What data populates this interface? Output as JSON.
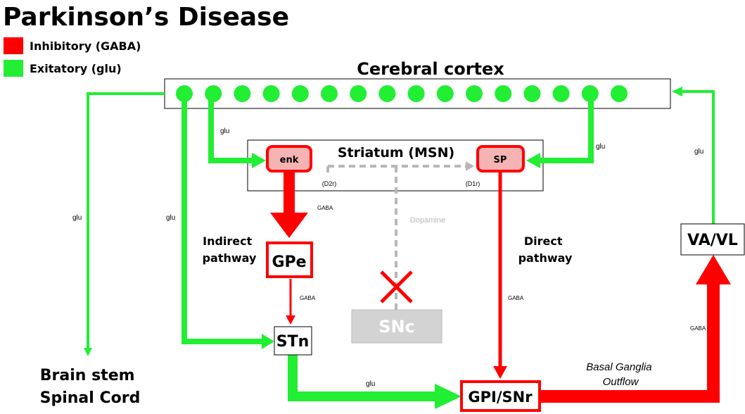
{
  "title": "Parkinson’s Disease",
  "legend": {
    "inhibitory": {
      "label": "Inhibitory (GABA)",
      "color": "#ff0000"
    },
    "excitatory": {
      "label": "Exitatory (glu)",
      "color": "#22ee33"
    }
  },
  "cortex": {
    "label": "Cerebral cortex",
    "neuron_count": 16
  },
  "striatum": {
    "label": "Striatum (MSN)",
    "enk": "enk",
    "sp": "SP",
    "d2r": "(D2r)",
    "d1r": "(D1r)"
  },
  "nodes": {
    "gpe": "GPe",
    "stn": "STn",
    "snc": "SNc",
    "gpi": "GPI/SNr",
    "vavl": "VA/VL"
  },
  "pathways": {
    "indirect": [
      "Indirect",
      "pathway"
    ],
    "direct": [
      "Direct",
      "pathway"
    ],
    "outflow": [
      "Basal Ganglia",
      "Outflow"
    ]
  },
  "output": [
    "Brain stem",
    "Spinal Cord"
  ],
  "connection_labels": {
    "glu": "glu",
    "gaba": "GABA",
    "dopamine": "Dopamine"
  },
  "colors": {
    "inhibitory": "#ff0000",
    "excitatory": "#22ee33",
    "dopamine": "#b8b8b8",
    "neuron_fill": "#a5d6a7"
  }
}
